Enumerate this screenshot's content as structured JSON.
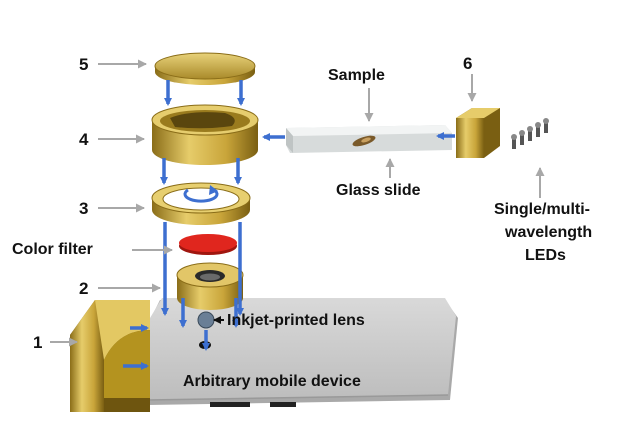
{
  "colors": {
    "gold": "#c9a53a",
    "gold_dark": "#8a6d18",
    "gold_light": "#e6cc6a",
    "arrow_blue": "#3d6fd0",
    "label_arrow_gray": "#a8a8a8",
    "device_body": "#cfcfcf",
    "glass": "#e9ecec",
    "filter_red": "#d8231d"
  },
  "labels": {
    "num_1": "1",
    "num_2": "2",
    "num_3": "3",
    "num_4": "4",
    "num_5": "5",
    "num_6": "6",
    "color_filter": "Color filter",
    "sample": "Sample",
    "glass_slide": "Glass slide",
    "leds_line1": "Single/multi-",
    "leds_line2": "wavelength",
    "leds_line3": "LEDs",
    "lens": "Inkjet-printed lens",
    "device": "Arbitrary mobile device"
  }
}
